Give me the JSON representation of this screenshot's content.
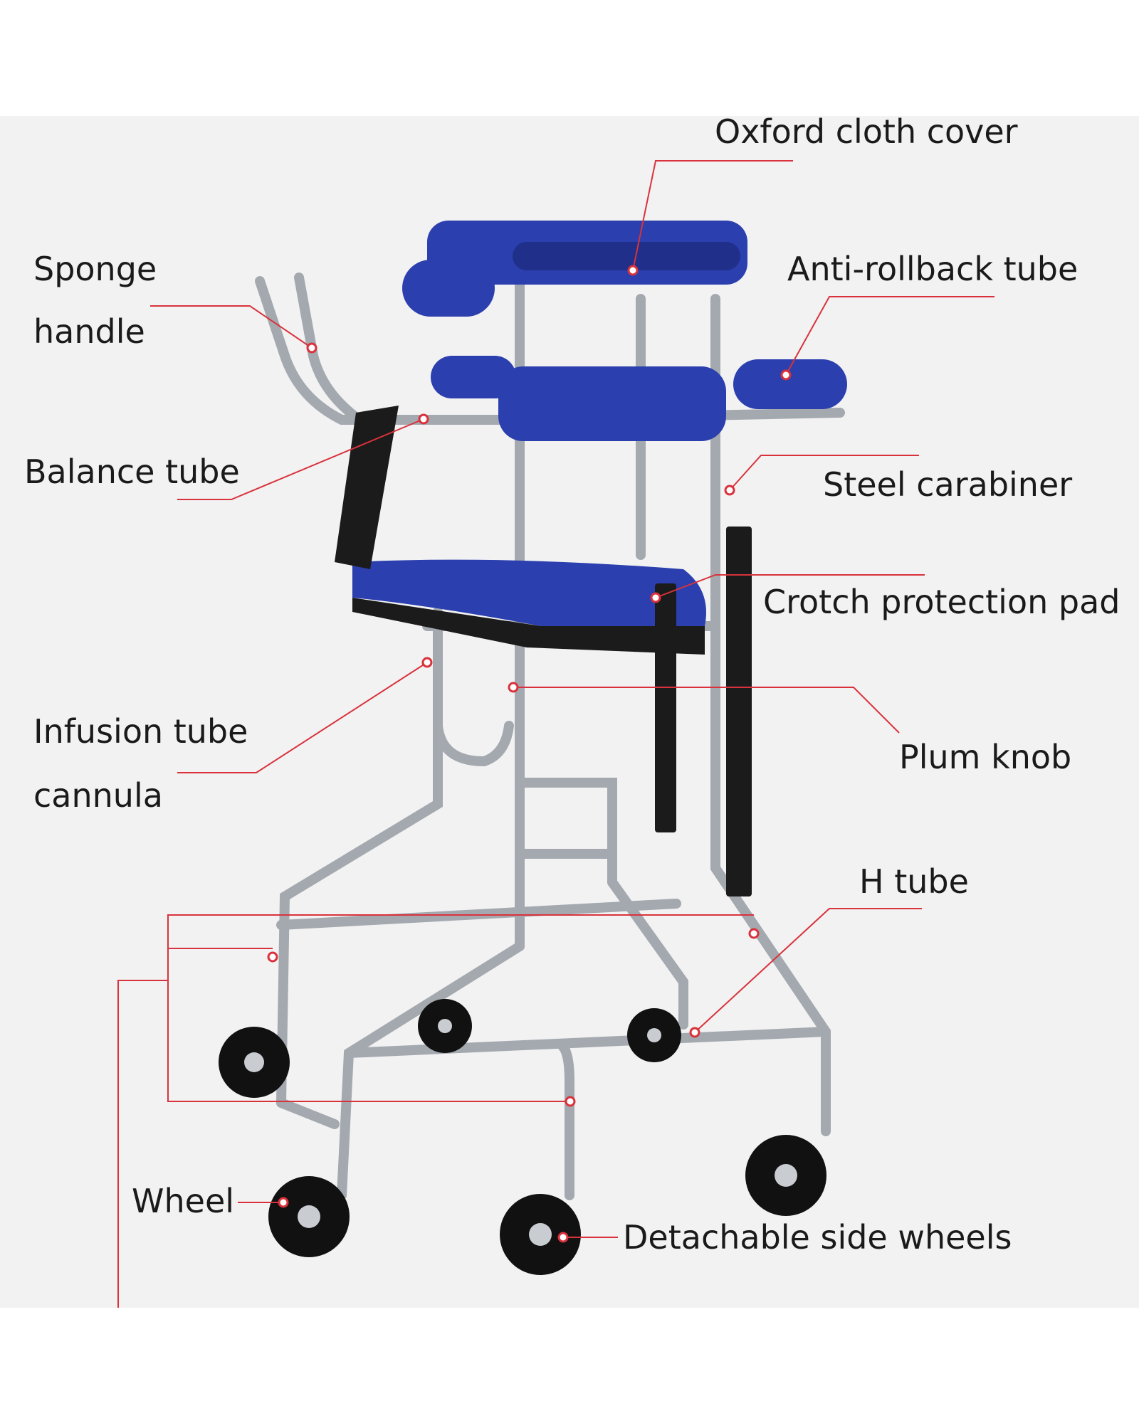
{
  "colors": {
    "leader_line": "#d9323c",
    "pad_blue": "#2b3fae",
    "tube": "#a4a9b0",
    "background": "#f2f2f2"
  },
  "labels": {
    "oxford_cloth_cover": "Oxford cloth cover",
    "sponge_handle_1": "Sponge",
    "sponge_handle_2": "handle",
    "anti_rollback_tube": "Anti-rollback tube",
    "balance_tube": "Balance tube",
    "steel_carabiner": "Steel carabiner",
    "crotch_protection_pad": "Crotch protection pad",
    "infusion_tube_1": "Infusion tube",
    "infusion_tube_2": "cannula",
    "plum_knob": "Plum knob",
    "h_tube": "H tube",
    "wheel": "Wheel",
    "detachable_side_wheels": "Detachable side wheels"
  }
}
